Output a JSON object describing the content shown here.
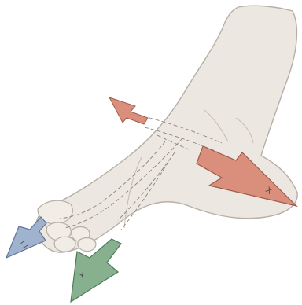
{
  "figure": {
    "background": "#ffffff",
    "foot_fill": "#ece7e1",
    "foot_outline": "#b7afa6",
    "hidden_line_color": "#8a837c"
  },
  "axes": [
    {
      "letter": "X",
      "color": "#d98f7c",
      "icon": "axis-x-arrow"
    },
    {
      "letter": "Y",
      "color": "#86b08e",
      "icon": "axis-y-arrow"
    },
    {
      "letter": "Z",
      "color": "#9fb3cf",
      "icon": "axis-z-arrow"
    }
  ]
}
